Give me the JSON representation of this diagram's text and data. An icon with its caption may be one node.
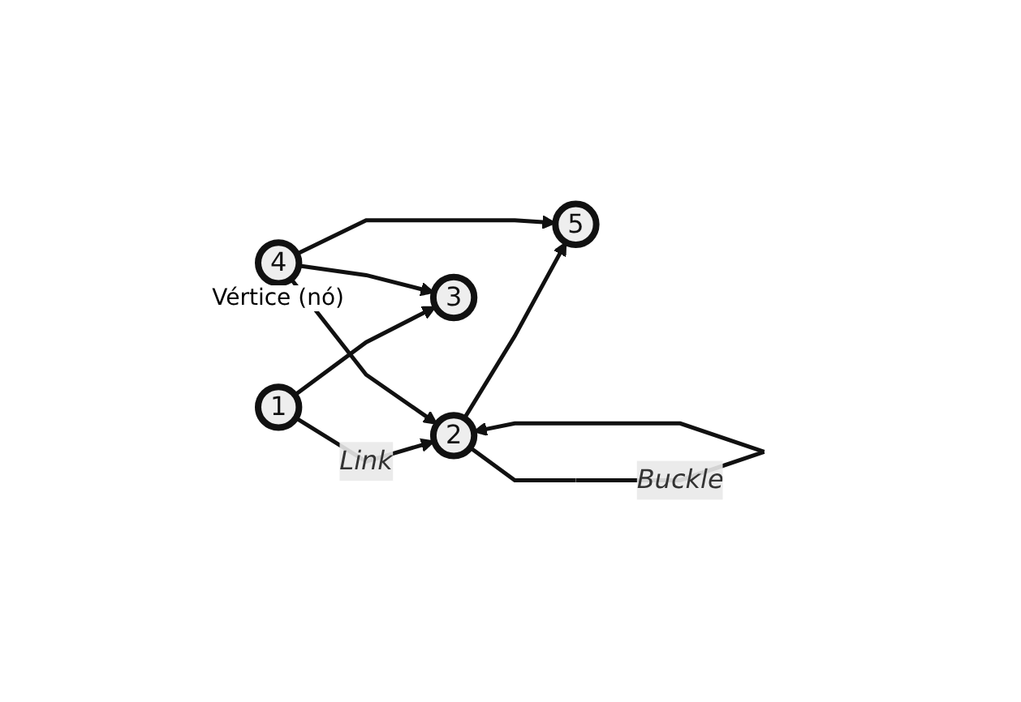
{
  "diagram": {
    "nodes": [
      {
        "text": [
          "1"
        ]
      },
      {
        "text": [
          "2"
        ]
      },
      {
        "text": [
          "3"
        ]
      },
      {
        "text": [
          "4"
        ],
        "beside": [
          "Vértice (nó)"
        ]
      },
      {
        "text": [
          "5"
        ]
      }
    ],
    "edges": [
      {
        "from": 0,
        "to": 1,
        "arrow": "to",
        "label": "Link"
      },
      {
        "from": 1,
        "to": 1,
        "arrow": "to",
        "label": "Buckle"
      },
      {
        "from": 0,
        "to": 2,
        "arrow": "to"
      },
      {
        "from": 1,
        "to": 4,
        "arrow": "to"
      },
      {
        "from": 3,
        "to": 1,
        "arrow": "to"
      },
      {
        "from": 3,
        "to": 2,
        "arrow": "to"
      },
      {
        "from": 3,
        "to": 4,
        "arrow": "to"
      }
    ]
  }
}
